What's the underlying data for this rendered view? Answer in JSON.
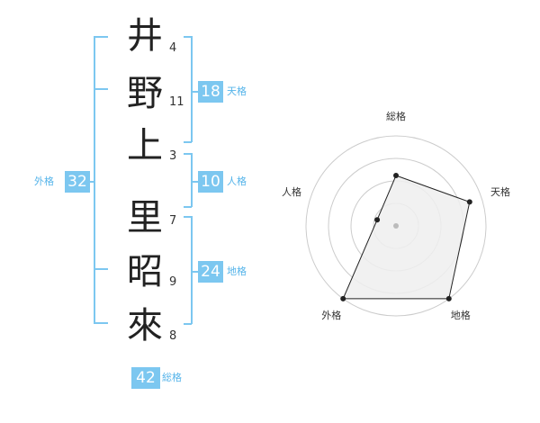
{
  "name": {
    "chars": [
      {
        "char": "井",
        "strokes": "4"
      },
      {
        "char": "野",
        "strokes": "11"
      },
      {
        "char": "上",
        "strokes": "3"
      },
      {
        "char": "里",
        "strokes": "7"
      },
      {
        "char": "昭",
        "strokes": "9"
      },
      {
        "char": "來",
        "strokes": "8"
      }
    ]
  },
  "fortune": {
    "tenkaku": {
      "value": "18",
      "label": "天格"
    },
    "jinkaku": {
      "value": "10",
      "label": "人格"
    },
    "chikaku": {
      "value": "24",
      "label": "地格"
    },
    "gaikaku": {
      "value": "32",
      "label": "外格"
    },
    "soukaku": {
      "value": "42",
      "label": "総格"
    }
  },
  "chart_data": {
    "type": "radar",
    "axes": [
      "総格",
      "天格",
      "地格",
      "外格",
      "人格"
    ],
    "values": [
      2.8,
      4.3,
      5,
      5,
      1.1
    ],
    "max": 5,
    "rings": 4,
    "colors": {
      "fill": "#eeeeee",
      "stroke": "#222222",
      "grid": "#cccccc",
      "center": "#bbbbbb"
    }
  },
  "colors": {
    "accent": "#7cc7f0"
  }
}
